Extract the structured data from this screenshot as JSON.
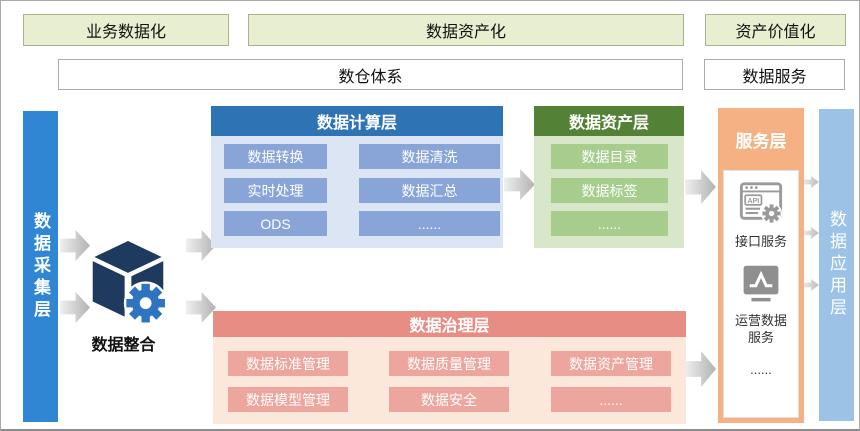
{
  "title_row": {
    "business_datafication": "业务数据化",
    "data_assetization": "数据资产化",
    "asset_valorization": "资产价值化"
  },
  "system_row": {
    "data_warehouse_system": "数仓体系",
    "data_service": "数据服务"
  },
  "left_bar": {
    "label": "数据采集层"
  },
  "right_bar": {
    "label": "数据应用层"
  },
  "integration": {
    "icon": "cube-gear-icon",
    "label": "数据整合"
  },
  "compute_layer": {
    "title": "数据计算层",
    "items": [
      "数据转换",
      "数据清洗",
      "实时处理",
      "数据汇总",
      "ODS",
      "......"
    ]
  },
  "asset_layer": {
    "title": "数据资产层",
    "items": [
      "数据目录",
      "数据标签",
      "......"
    ]
  },
  "governance_layer": {
    "title": "数据治理层",
    "items": [
      "数据标准管理",
      "数据质量管理",
      "数据资产管理",
      "数据模型管理",
      "数据安全",
      "......"
    ]
  },
  "service_layer": {
    "title": "服务层",
    "items": [
      {
        "icon": "api-browser-icon",
        "icon_text": "API",
        "label": "接口服务"
      },
      {
        "icon": "line-chart-monitor-icon",
        "label": "运营数据服务"
      },
      {
        "icon": "none",
        "label": "......"
      }
    ]
  },
  "colors": {
    "banner_green": "#e8efd0",
    "collect_bar_blue": "#2f86d3",
    "apply_bar_blue": "#9cc3e5",
    "compute_header_blue": "#2e74b5",
    "compute_item_blue": "#89a5d7",
    "asset_header_green": "#538135",
    "asset_item_green": "#a6cd8c",
    "governance_header_red": "#e88d84",
    "governance_item_red": "#eca69d",
    "service_orange": "#f5b183",
    "cube_navy": "#1e3a5f",
    "gear_blue": "#2e74c0",
    "icon_gray": "#9a9a9a"
  }
}
